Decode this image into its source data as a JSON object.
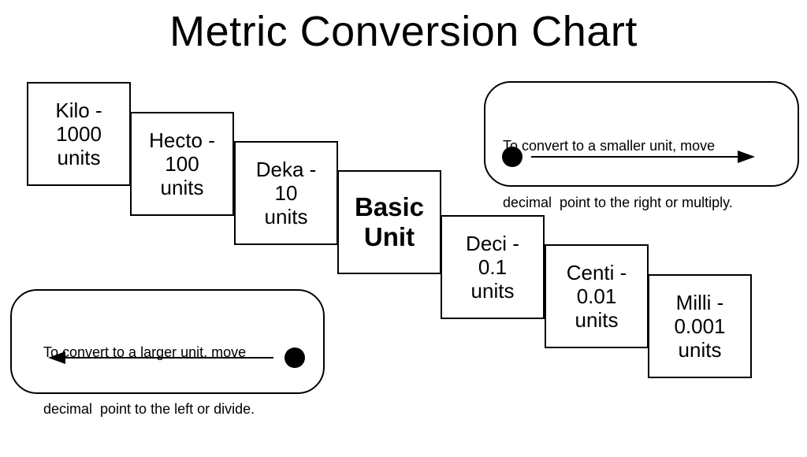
{
  "title": "Metric Conversion Chart",
  "prefixes": [
    {
      "key": "kilo",
      "lines": [
        "Kilo -",
        "1000",
        "units"
      ]
    },
    {
      "key": "hecto",
      "lines": [
        "Hecto -",
        "100",
        "units"
      ]
    },
    {
      "key": "deka",
      "lines": [
        "Deka -",
        "10",
        "units"
      ]
    },
    {
      "key": "basic",
      "lines": [
        "Basic",
        "Unit"
      ]
    },
    {
      "key": "deci",
      "lines": [
        "Deci -",
        "0.1",
        "units"
      ]
    },
    {
      "key": "centi",
      "lines": [
        "Centi -",
        "0.01",
        "units"
      ]
    },
    {
      "key": "milli",
      "lines": [
        "Milli -",
        "0.001",
        "units"
      ]
    }
  ],
  "notes": {
    "smaller": {
      "line1": "To convert to a smaller unit, move",
      "line2": "decimal  point to the right or multiply."
    },
    "larger": {
      "line1": "To convert to a larger unit, move",
      "line2": "decimal  point to the left or divide."
    }
  },
  "icons": {
    "smaller_arrow": "right-arrow-icon",
    "larger_arrow": "left-arrow-icon"
  }
}
